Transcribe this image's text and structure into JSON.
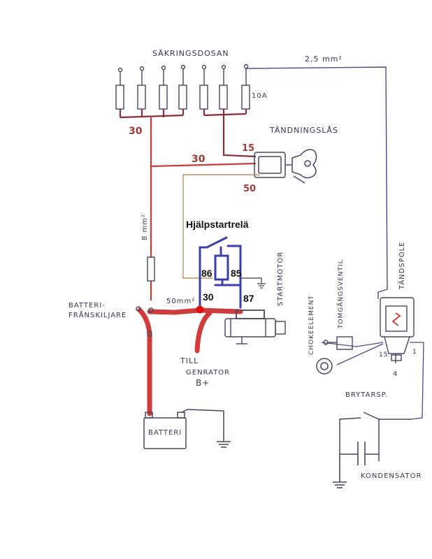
{
  "labels": {
    "fuse_box": "SÄKRINGSDOSAN",
    "wire_top": "2,5 mm²",
    "fuse_rating": "10A",
    "ignition_lock": "TÄNDNINGSLÅS",
    "term_30_left": "30",
    "term_30_mid": "30",
    "term_15": "15",
    "term_50": "50",
    "aux_relay": "Hjälpstartrelä",
    "pin_86": "86",
    "pin_85": "85",
    "pin_30": "30",
    "pin_87": "87",
    "wire_8": "8 mm²",
    "wire_50": "50mm²",
    "battery_switch_1": "BATTERI-",
    "battery_switch_2": "FRÅNSKILJARE",
    "to_generator_1": "TILL",
    "to_generator_2": "GENRATOR",
    "to_generator_3": "B+",
    "starter_motor": "STARTMOTOR",
    "battery": "BATTERI",
    "choke_element": "CHOKEELEMENT",
    "idle_valve": "TOMGÅNGSVENTIL",
    "ignition_coil": "TÄNDSPOLE",
    "coil_15": "15",
    "coil_1": "1",
    "coil_4": "4",
    "breaker_points": "BRYTARSP.",
    "condenser": "KONDENSATOR"
  },
  "colors": {
    "ink": "#3a3550",
    "power_wire": "#c93a3a",
    "battery_cable": "#d03c3c",
    "relay": "#3b3fa8",
    "signal_wire": "#c8915a",
    "junction": "#e01010"
  }
}
